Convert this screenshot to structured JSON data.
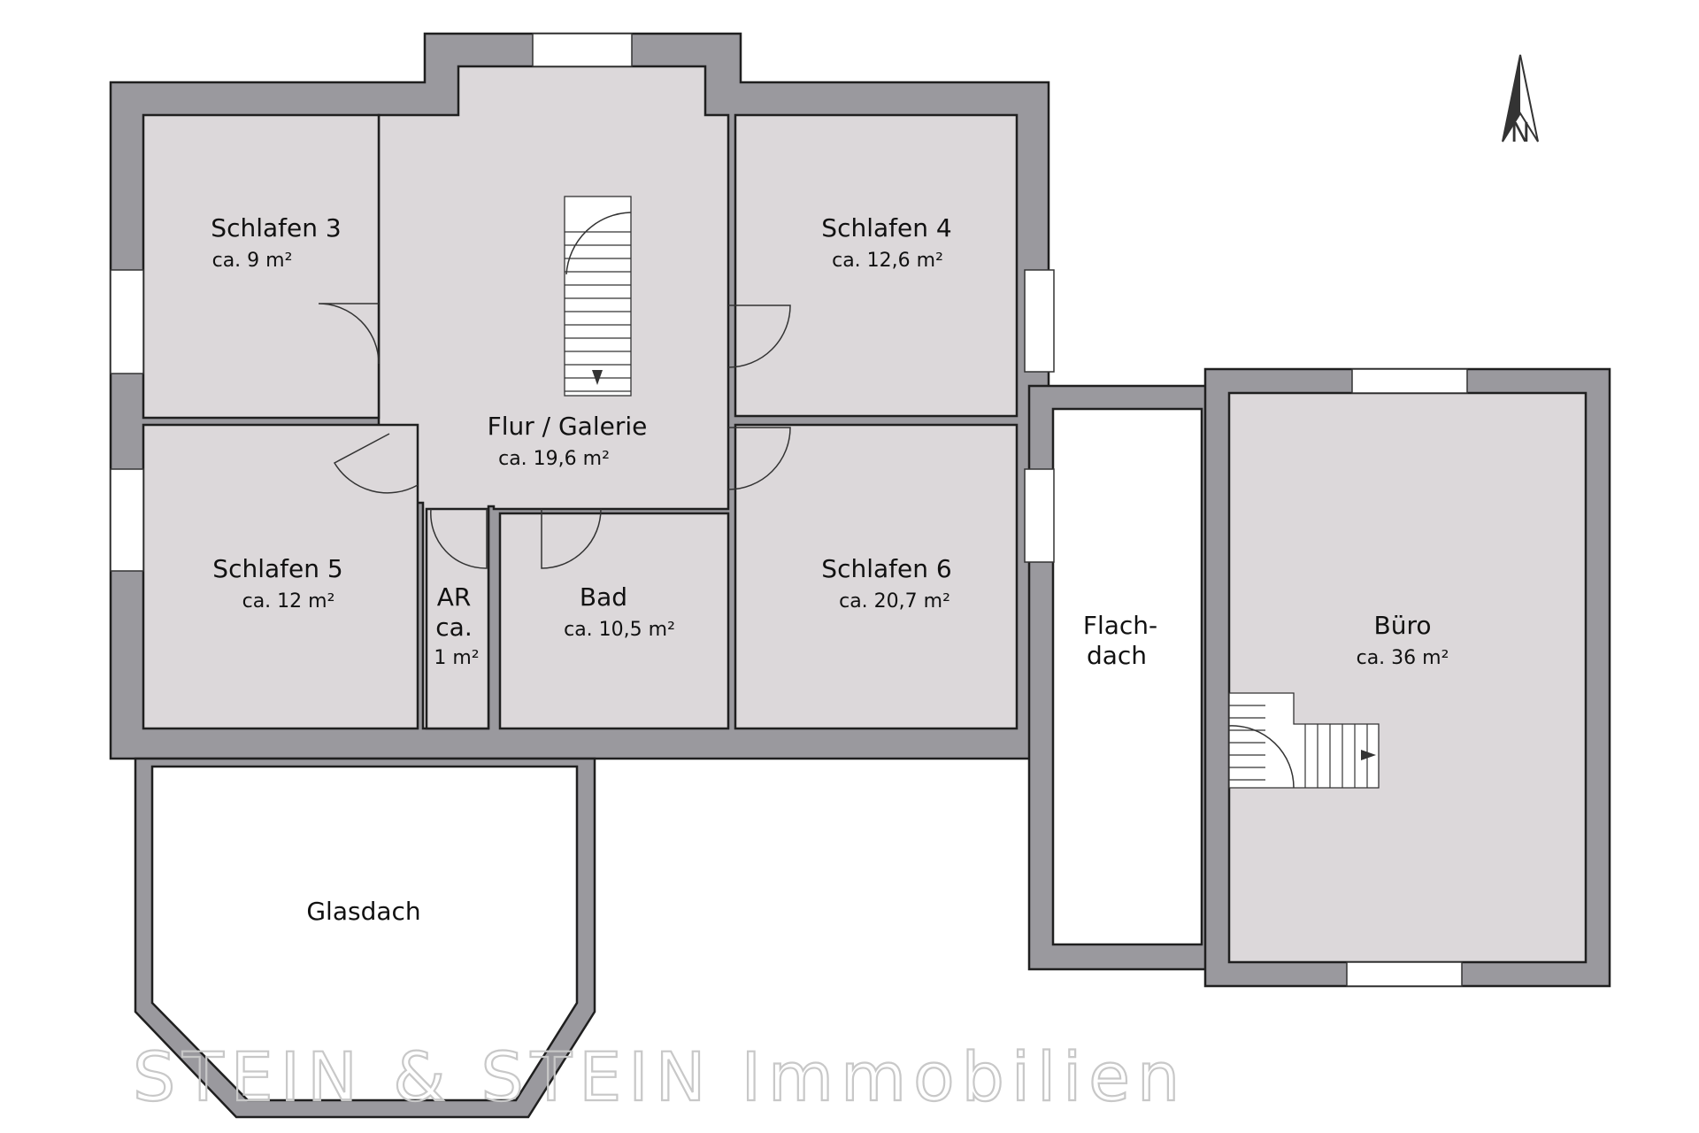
{
  "rooms": {
    "schlafen3": {
      "name": "Schlafen 3",
      "area": "ca. 9 m²"
    },
    "schlafen4": {
      "name": "Schlafen 4",
      "area": "ca. 12,6 m²"
    },
    "flur": {
      "name": "Flur / Galerie",
      "area": "ca. 19,6 m²"
    },
    "schlafen5": {
      "name": "Schlafen 5",
      "area": "ca. 12 m²"
    },
    "ar": {
      "name_line1": "AR",
      "name_line2": "ca.",
      "area": "1 m²"
    },
    "bad": {
      "name": "Bad",
      "area": "ca. 10,5 m²"
    },
    "schlafen6": {
      "name": "Schlafen 6",
      "area": "ca. 20,7 m²"
    },
    "flachdach": {
      "line1": "Flach-",
      "line2": "dach"
    },
    "buero": {
      "name": "Büro",
      "area": "ca. 36 m²"
    },
    "glasdach": {
      "name": "Glasdach"
    }
  },
  "compass": {
    "label": "N",
    "icon": "north-arrow-icon"
  },
  "watermark": "STEIN & STEIN Immobilien",
  "colors": {
    "wall": "#9a999e",
    "room_fill": "#dcd8da",
    "background": "#ffffff"
  }
}
